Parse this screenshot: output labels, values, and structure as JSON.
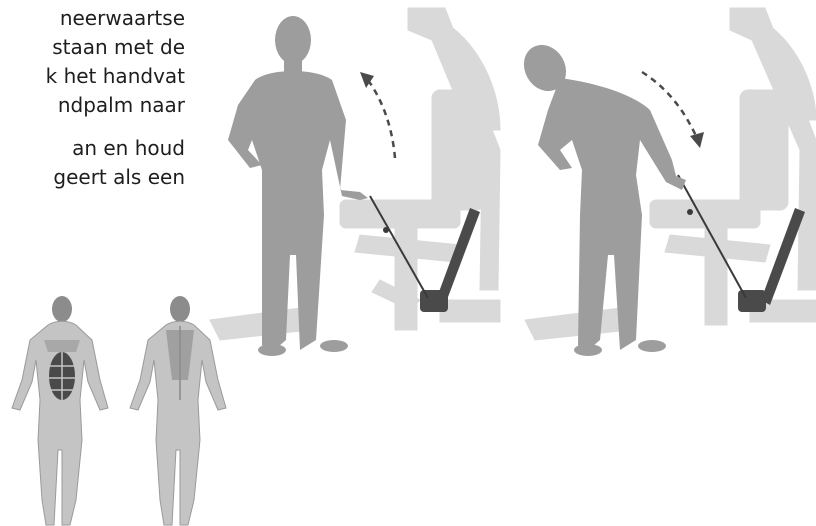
{
  "instructions": {
    "lines_1": [
      "neerwaartse",
      "staan met de",
      "k het handvat",
      "ndpalm   naar"
    ],
    "lines_2": [
      "an   en   houd",
      "geert  als  een"
    ]
  },
  "illustrations": {
    "start_position": "person-standing-upright-holding-cable-handle",
    "end_position": "person-leaning-sideways-toward-cable",
    "arrow_up": "dashed-arrow-up-icon",
    "arrow_down": "dashed-arrow-down-icon",
    "muscle_front": "muscle-chart-front-icon",
    "muscle_back": "muscle-chart-back-icon"
  },
  "colors": {
    "figure": "#9d9d9d",
    "machine": "#d9d9d9",
    "accent": "#4a4a4a",
    "text": "#1e1e1e"
  }
}
